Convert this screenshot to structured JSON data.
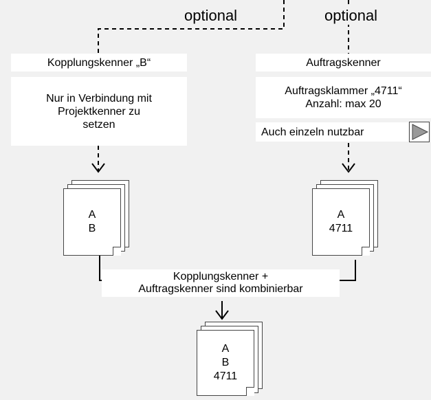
{
  "labels": {
    "optional_left": "optional",
    "optional_right": "optional"
  },
  "left_column": {
    "header": "Kopplungskenner „B“",
    "body_line1": "Nur in Verbindung mit",
    "body_line2": "Projektkenner zu",
    "body_line3": "setzen"
  },
  "right_column": {
    "header": "Auftragskenner",
    "body_line1": "Auftragsklammer „4711“",
    "body_line2": "Anzahl: max 20",
    "footer": "Auch einzeln nutzbar"
  },
  "documents": {
    "left": {
      "line1": "A",
      "line2": "B"
    },
    "right": {
      "line1": "A",
      "line2": "4711"
    },
    "bottom": {
      "line1": "A",
      "line2": "B",
      "line3": "4711"
    }
  },
  "combine_box": {
    "line1": "Kopplungskenner +",
    "line2": "Auftragskenner sind kombinierbar"
  },
  "icons": {
    "play": "play-triangle-icon"
  },
  "colors": {
    "background": "#f1f1f1",
    "box": "#ffffff",
    "play_fill": "#999999",
    "line": "#000000"
  }
}
